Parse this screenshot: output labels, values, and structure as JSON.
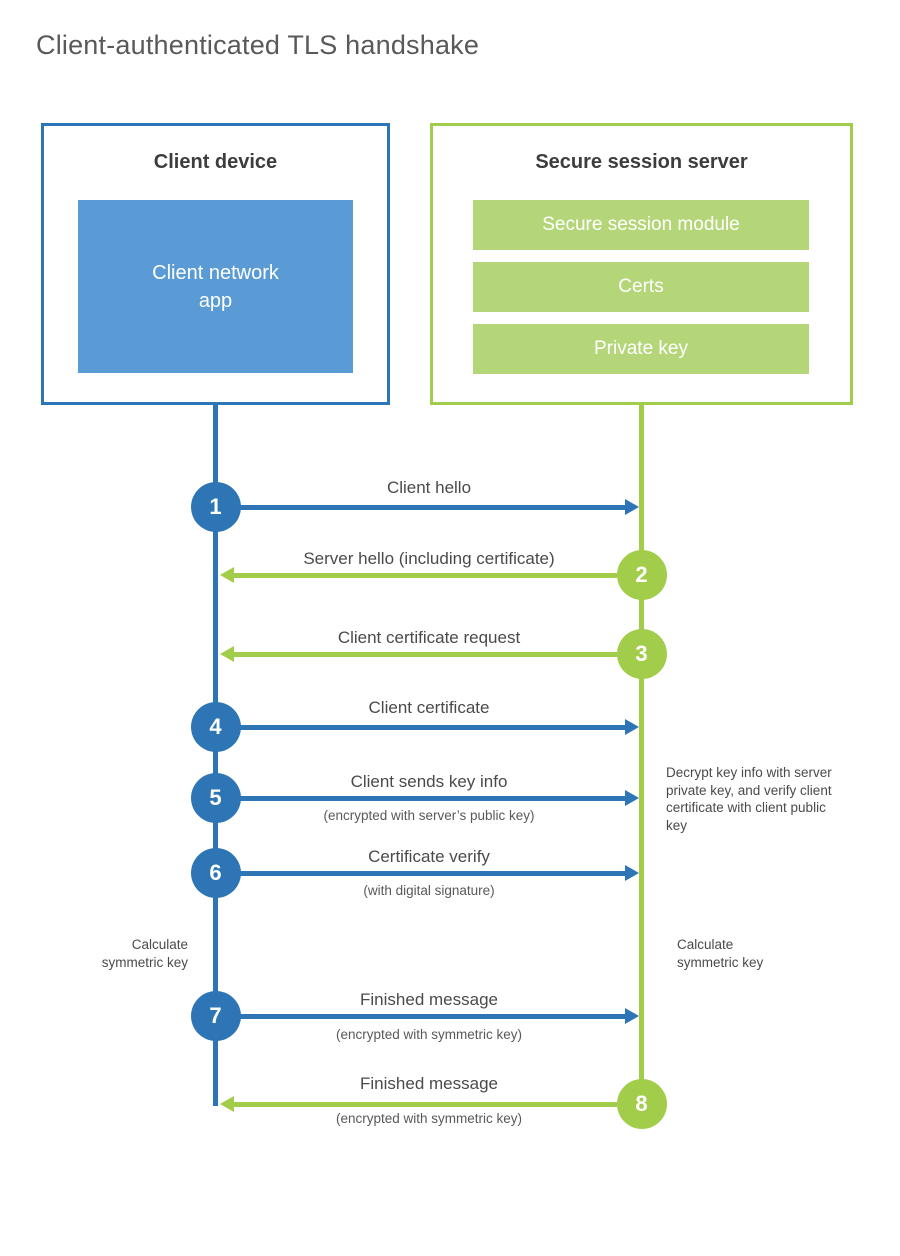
{
  "title": "Client-authenticated TLS handshake",
  "colors": {
    "blue": "#2E75B6",
    "light_blue": "#5B9BD5",
    "green": "#A1CD4A",
    "light_green": "#B4D679",
    "text_dark": "#3d3d3d",
    "text_gray": "#4a4a4a"
  },
  "client_box": {
    "title": "Client device",
    "app_label": "Client network\napp"
  },
  "server_box": {
    "title": "Secure session server",
    "modules": [
      "Secure session module",
      "Certs",
      "Private key"
    ]
  },
  "messages": [
    {
      "num": "1",
      "direction": "right",
      "color": "blue",
      "label": "Client hello",
      "sub": ""
    },
    {
      "num": "2",
      "direction": "left",
      "color": "green",
      "label": "Server hello (including certificate)",
      "sub": ""
    },
    {
      "num": "3",
      "direction": "left",
      "color": "green",
      "label": "Client certificate request",
      "sub": ""
    },
    {
      "num": "4",
      "direction": "right",
      "color": "blue",
      "label": "Client certificate",
      "sub": ""
    },
    {
      "num": "5",
      "direction": "right",
      "color": "blue",
      "label": "Client sends key info",
      "sub": "(encrypted with server’s public key)"
    },
    {
      "num": "6",
      "direction": "right",
      "color": "blue",
      "label": "Certificate verify",
      "sub": "(with digital signature)"
    },
    {
      "num": "7",
      "direction": "right",
      "color": "blue",
      "label": "Finished message",
      "sub": "(encrypted with symmetric key)"
    },
    {
      "num": "8",
      "direction": "left",
      "color": "green",
      "label": "Finished message",
      "sub": "(encrypted with symmetric key)"
    }
  ],
  "notes": {
    "decrypt": "Decrypt key info with server private key, and verify client certificate with client public key",
    "calc_left": "Calculate\nsymmetric key",
    "calc_right": "Calculate\nsymmetric key"
  }
}
